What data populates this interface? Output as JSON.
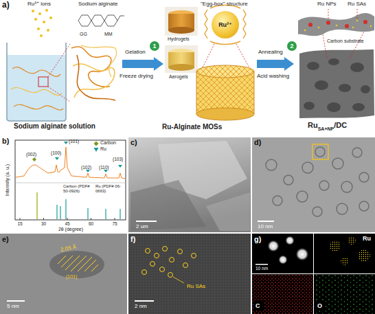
{
  "diagram": {
    "nodes": [
      {
        "text": [
          "1"
        ]
      },
      {
        "text": [
          "Ru³⁺"
        ]
      },
      {
        "text": [
          "2"
        ]
      }
    ],
    "labels": [
      "a)",
      "Ru³⁺ ions",
      "Sodium alginate",
      "GG",
      "MM",
      "Sodium alginate solution",
      "Gelation",
      "Freeze drying",
      "Hydrogels",
      "Aerogels",
      "\"Egg-box\" structure",
      "Ru-Alginate MOSs",
      "Annealing",
      "Acid washing",
      "Ru NPs",
      "Ru SAs",
      "Carbon substrate",
      "Ru",
      "SA+NP",
      "/DC",
      "b)",
      "(002)",
      "(100)",
      "(101)",
      "(102)",
      "(110)",
      "(103)",
      "Intensity (a. u.)",
      "15",
      "30",
      "45",
      "60",
      "75",
      "2θ (degree)",
      "c)",
      "2 um",
      "d)",
      "10 nm",
      "e)",
      "2.05 Å",
      "(101)",
      "5 nm",
      "f)",
      "Ru SAs",
      "2 nm",
      "g)",
      "10 nm",
      "Ru",
      "C",
      "O"
    ],
    "legend": [
      {
        "text": "Carbon"
      },
      {
        "text": "Ru"
      },
      {
        "text": "Carbon (PDF# 50-0926)"
      },
      {
        "text": "Ru (PDF# 06-0663)"
      }
    ]
  }
}
